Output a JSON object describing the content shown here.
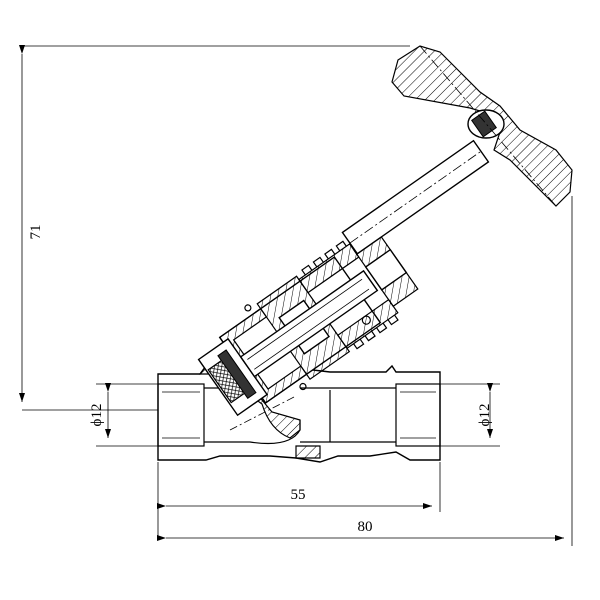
{
  "dimensions": {
    "height_label": "71",
    "inlet_diameter_label": "ϕ12",
    "outlet_diameter_label": "ϕ12",
    "inner_length_label": "55",
    "overall_length_label": "80"
  },
  "colors": {
    "line": "#000000",
    "background": "#ffffff"
  }
}
